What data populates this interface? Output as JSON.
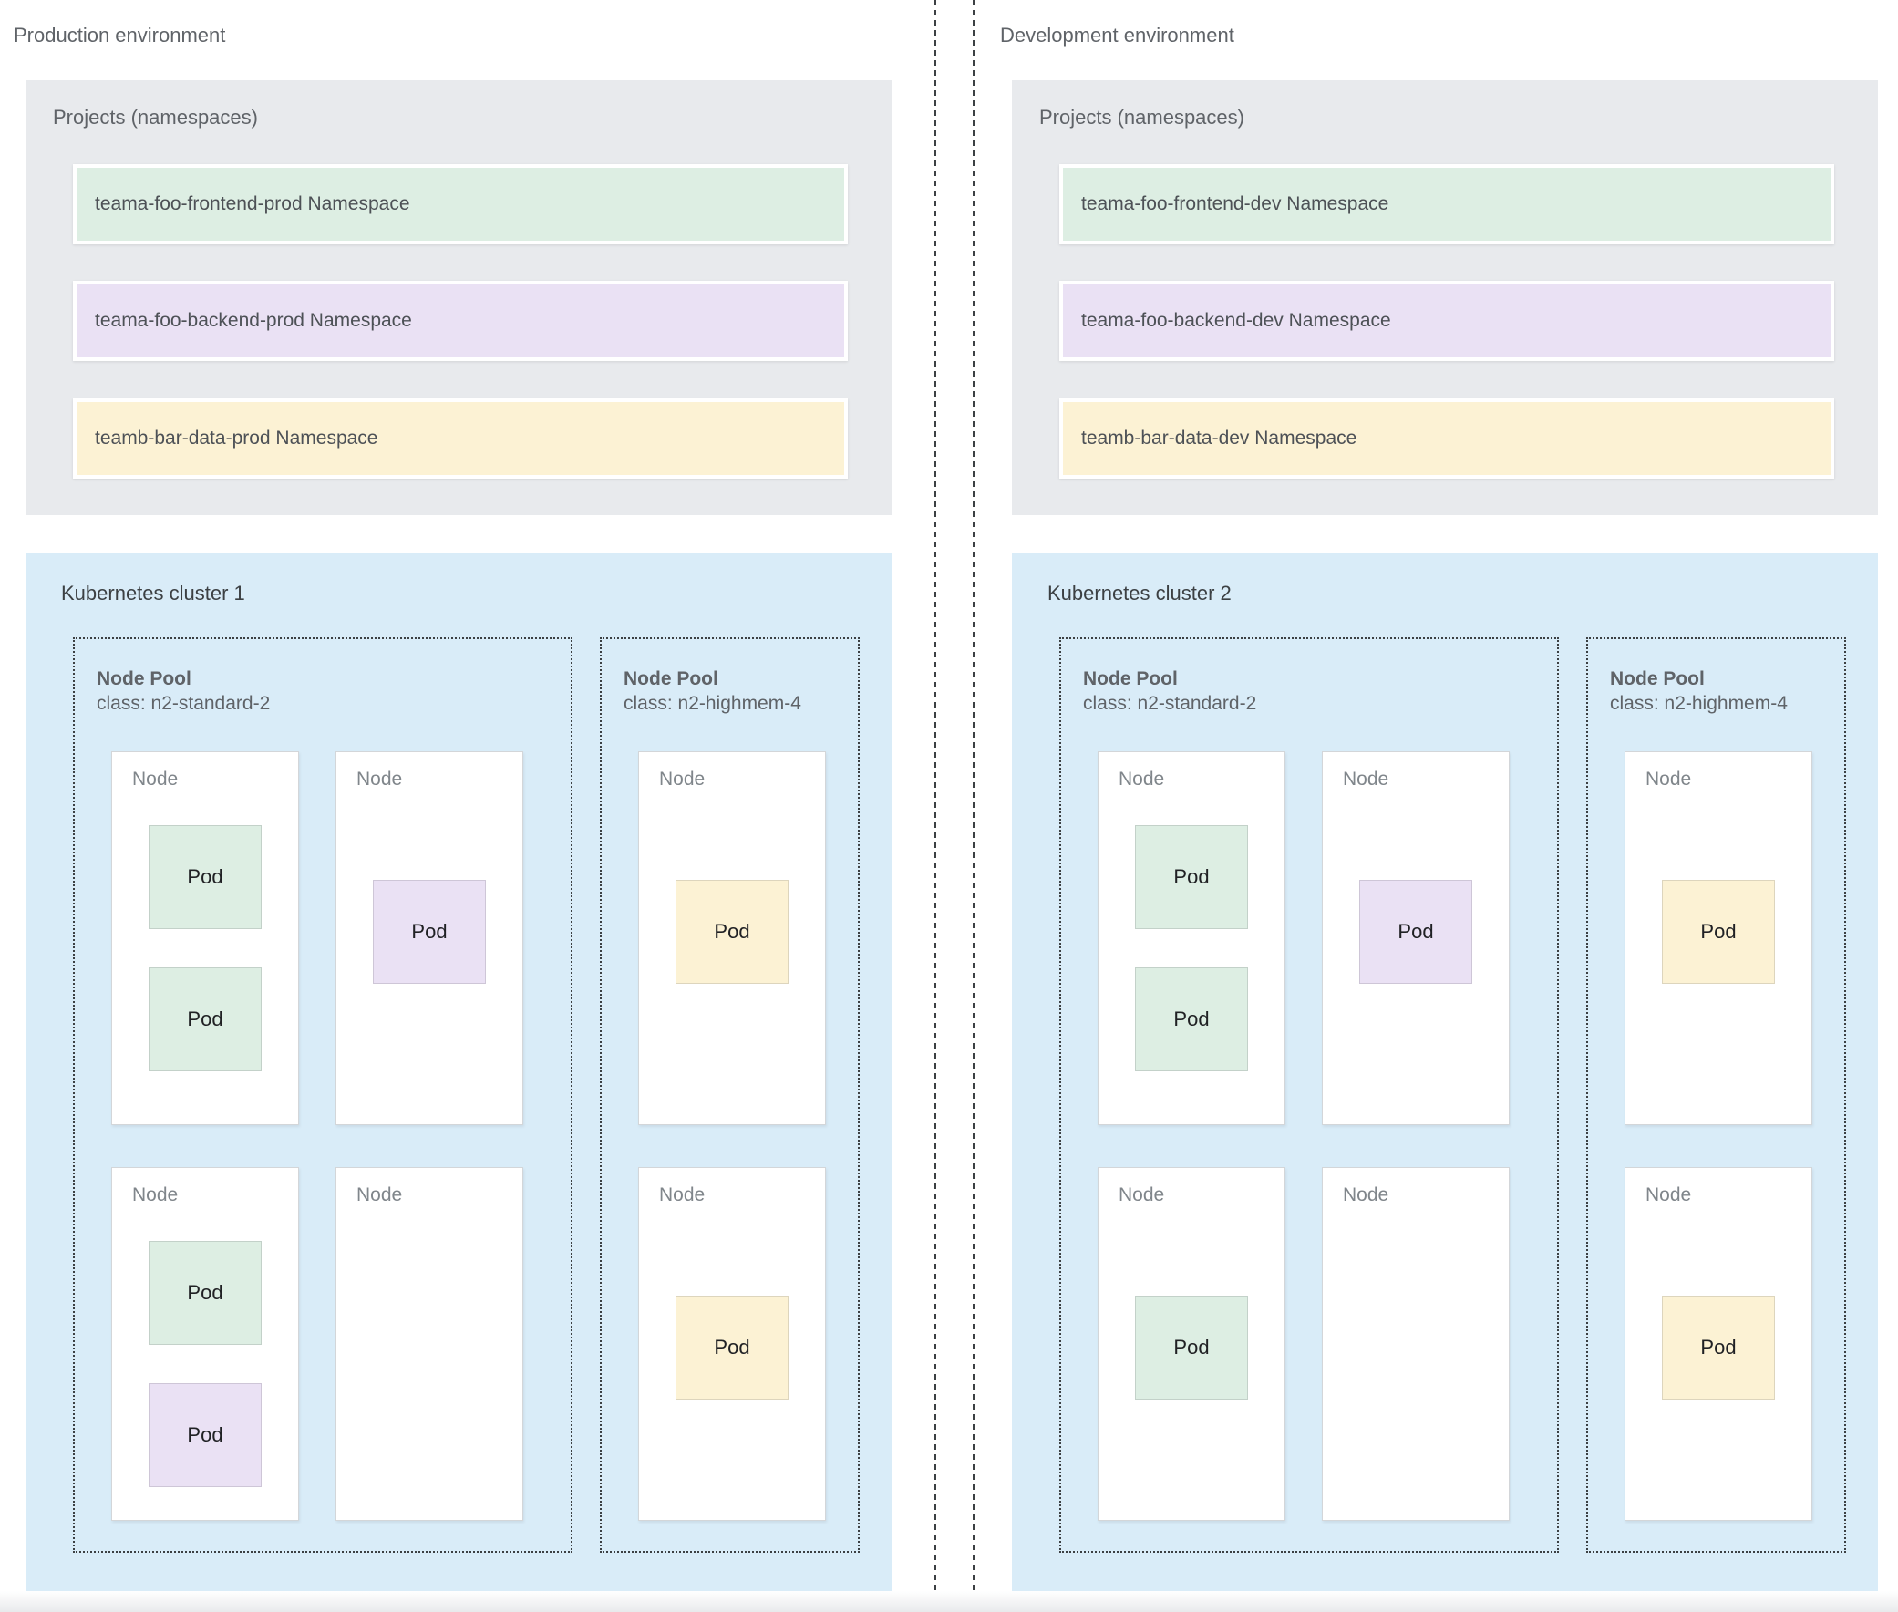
{
  "palette": {
    "namespace_green": "#ddeee3",
    "namespace_purple": "#eae1f4",
    "namespace_yellow": "#fcf2d4",
    "cluster_bg": "#d9ecf8",
    "projects_bg": "#e8eaed",
    "node_bg": "#ffffff",
    "dash_line": "#3c4043"
  },
  "panels": [
    {
      "environment_title": "Production environment",
      "projects": {
        "title": "Projects (namespaces)",
        "namespaces": [
          {
            "name": "teama-foo-frontend-prod Namespace",
            "color": "green"
          },
          {
            "name": "teama-foo-backend-prod Namespace",
            "color": "purple"
          },
          {
            "name": "teamb-bar-data-prod Namespace",
            "color": "yellow"
          }
        ]
      },
      "cluster": {
        "title": "Kubernetes cluster 1",
        "node_pools": [
          {
            "title": "Node Pool",
            "machine_class": "class: n2-standard-2",
            "nodes": [
              {
                "label": "Node",
                "pods": [
                  {
                    "label": "Pod",
                    "color": "green"
                  },
                  {
                    "label": "Pod",
                    "color": "green"
                  }
                ]
              },
              {
                "label": "Node",
                "pods": [
                  {
                    "label": "Pod",
                    "color": "purple"
                  }
                ]
              },
              {
                "label": "Node",
                "pods": [
                  {
                    "label": "Pod",
                    "color": "green"
                  },
                  {
                    "label": "Pod",
                    "color": "purple"
                  }
                ]
              },
              {
                "label": "Node",
                "pods": []
              }
            ]
          },
          {
            "title": "Node Pool",
            "machine_class": "class: n2-highmem-4",
            "nodes": [
              {
                "label": "Node",
                "pods": [
                  {
                    "label": "Pod",
                    "color": "yellow"
                  }
                ]
              },
              {
                "label": "Node",
                "pods": [
                  {
                    "label": "Pod",
                    "color": "yellow"
                  }
                ]
              }
            ]
          }
        ]
      }
    },
    {
      "environment_title": "Development environment",
      "projects": {
        "title": "Projects (namespaces)",
        "namespaces": [
          {
            "name": "teama-foo-frontend-dev Namespace",
            "color": "green"
          },
          {
            "name": "teama-foo-backend-dev Namespace",
            "color": "purple"
          },
          {
            "name": "teamb-bar-data-dev Namespace",
            "color": "yellow"
          }
        ]
      },
      "cluster": {
        "title": "Kubernetes cluster 2",
        "node_pools": [
          {
            "title": "Node Pool",
            "machine_class": "class: n2-standard-2",
            "nodes": [
              {
                "label": "Node",
                "pods": [
                  {
                    "label": "Pod",
                    "color": "green"
                  },
                  {
                    "label": "Pod",
                    "color": "green"
                  }
                ]
              },
              {
                "label": "Node",
                "pods": [
                  {
                    "label": "Pod",
                    "color": "purple"
                  }
                ]
              },
              {
                "label": "Node",
                "pods": [
                  {
                    "label": "Pod",
                    "color": "green"
                  }
                ]
              },
              {
                "label": "Node",
                "pods": []
              }
            ]
          },
          {
            "title": "Node Pool",
            "machine_class": "class: n2-highmem-4",
            "nodes": [
              {
                "label": "Node",
                "pods": [
                  {
                    "label": "Pod",
                    "color": "yellow"
                  }
                ]
              },
              {
                "label": "Node",
                "pods": [
                  {
                    "label": "Pod",
                    "color": "yellow"
                  }
                ]
              }
            ]
          }
        ]
      }
    }
  ]
}
